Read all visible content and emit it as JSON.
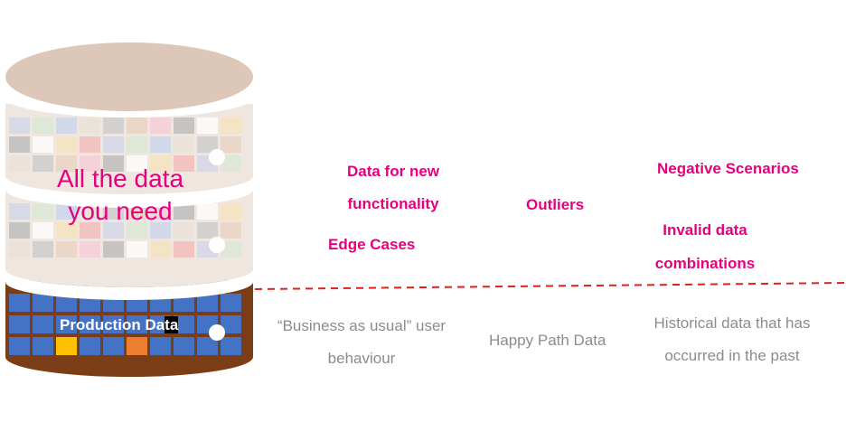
{
  "database": {
    "top_label_line1": "All the data",
    "top_label_line2": "you need",
    "bottom_label_main": "Production Da",
    "bottom_label_highlight": "ta"
  },
  "new_data_items": {
    "data_for_new_line1": "Data for new",
    "data_for_new_line2": "functionality",
    "edge_cases": "Edge Cases",
    "outliers": "Outliers",
    "negative_scenarios": "Negative Scenarios",
    "invalid_line1": "Invalid data",
    "invalid_line2": "combinations"
  },
  "production_items": {
    "business_line1": "“Business as usual” user",
    "business_line2": "behaviour",
    "happy_path": "Happy Path Data",
    "historical_line1": "Historical data that has",
    "historical_line2": "occurred in the past"
  },
  "colors": {
    "pink": "#e6007e",
    "grey_text": "#8c8c8c",
    "cylinder_top": "#dcc7b8",
    "brown_band": "#7a3d16",
    "blue_tile": "#4472c4",
    "divider": "#e0201b"
  }
}
